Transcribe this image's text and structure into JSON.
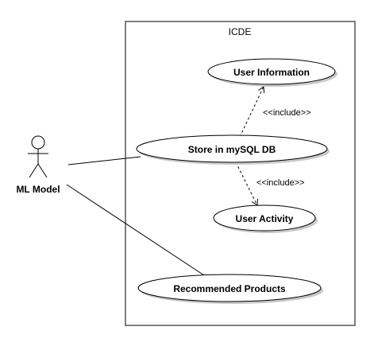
{
  "diagram": {
    "system": {
      "title": "ICDE"
    },
    "actor": {
      "name": "ML Model"
    },
    "use_cases": [
      {
        "id": "user_information",
        "label": "User Information"
      },
      {
        "id": "store_db",
        "label": "Store in mySQL DB"
      },
      {
        "id": "user_activity",
        "label": "User Activity"
      },
      {
        "id": "recommended_products",
        "label": "Recommended Products"
      }
    ],
    "relationships": [
      {
        "type": "association",
        "from": "ML Model",
        "to": "Store in mySQL DB"
      },
      {
        "type": "association",
        "from": "ML Model",
        "to": "Recommended Products"
      },
      {
        "type": "include",
        "from": "Store in mySQL DB",
        "to": "User Information",
        "label": "<<include>>"
      },
      {
        "type": "include",
        "from": "Store in mySQL DB",
        "to": "User Activity",
        "label": "<<include>>"
      }
    ],
    "colors": {
      "stroke": "#000000",
      "fill": "#ffffff",
      "shadow": "#c8c8c8",
      "system_border": "#555555"
    }
  }
}
